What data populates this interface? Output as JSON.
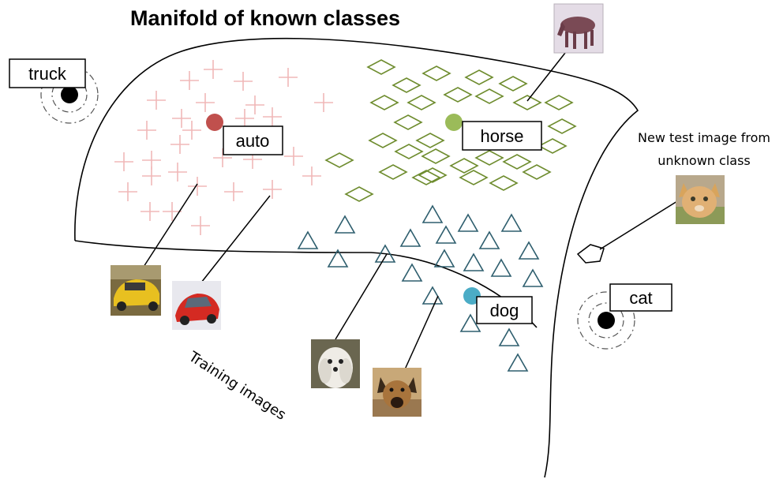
{
  "title": "Manifold of known classes",
  "labels": {
    "truck": "truck",
    "auto": "auto",
    "horse": "horse",
    "dog": "dog",
    "cat": "cat"
  },
  "annotations": {
    "new_test_line1": "New test image from",
    "new_test_line2": "unknown class",
    "training_images": "Training images"
  },
  "colors": {
    "auto": "#f0b8b8",
    "horse": "#6e8c2e",
    "dog": "#2e5e6e",
    "auto_center": "#c0504d",
    "horse_center": "#9bbb59",
    "dog_center": "#4bacc6",
    "unknown": "#000000"
  },
  "icons": {
    "truck_marker": "black-dot-with-dashed-rings",
    "cat_marker": "black-dot-with-dashed-rings",
    "test_sample": "pentagon-outline",
    "thumbnails": [
      "horse-photo",
      "cat-photo",
      "yellow-car-photo",
      "red-car-photo",
      "white-dog-photo",
      "brown-dog-photo"
    ]
  }
}
